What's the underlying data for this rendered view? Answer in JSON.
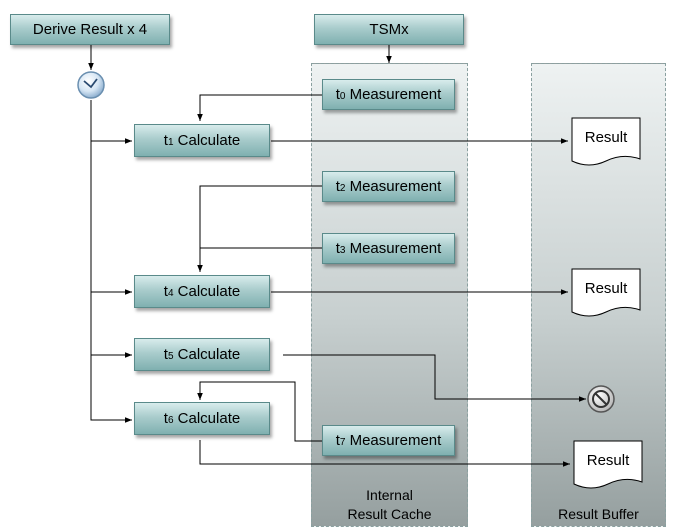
{
  "header_boxes": {
    "derive": "Derive Result x 4",
    "tsmx": "TSMx"
  },
  "measurements": [
    {
      "sub": "0",
      "label": "Measurement"
    },
    {
      "sub": "2",
      "label": "Measurement"
    },
    {
      "sub": "3",
      "label": "Measurement"
    },
    {
      "sub": "7",
      "label": "Measurement"
    }
  ],
  "calculations": [
    {
      "sub": "1",
      "label": "Calculate"
    },
    {
      "sub": "4",
      "label": "Calculate"
    },
    {
      "sub": "5",
      "label": "Calculate"
    },
    {
      "sub": "6",
      "label": "Calculate"
    }
  ],
  "t_prefix": "t",
  "results": [
    "Result",
    "Result",
    "Result"
  ],
  "columns": {
    "cache_line1": "Internal",
    "cache_line2": "Result Cache",
    "buffer": "Result Buffer"
  },
  "icons": {
    "timer": "clock-icon",
    "discard": "prohibited-icon"
  },
  "colors": {
    "box_top": "#d8ecec",
    "box_bottom": "#7fb0b0",
    "box_border": "#5a8a8a"
  }
}
